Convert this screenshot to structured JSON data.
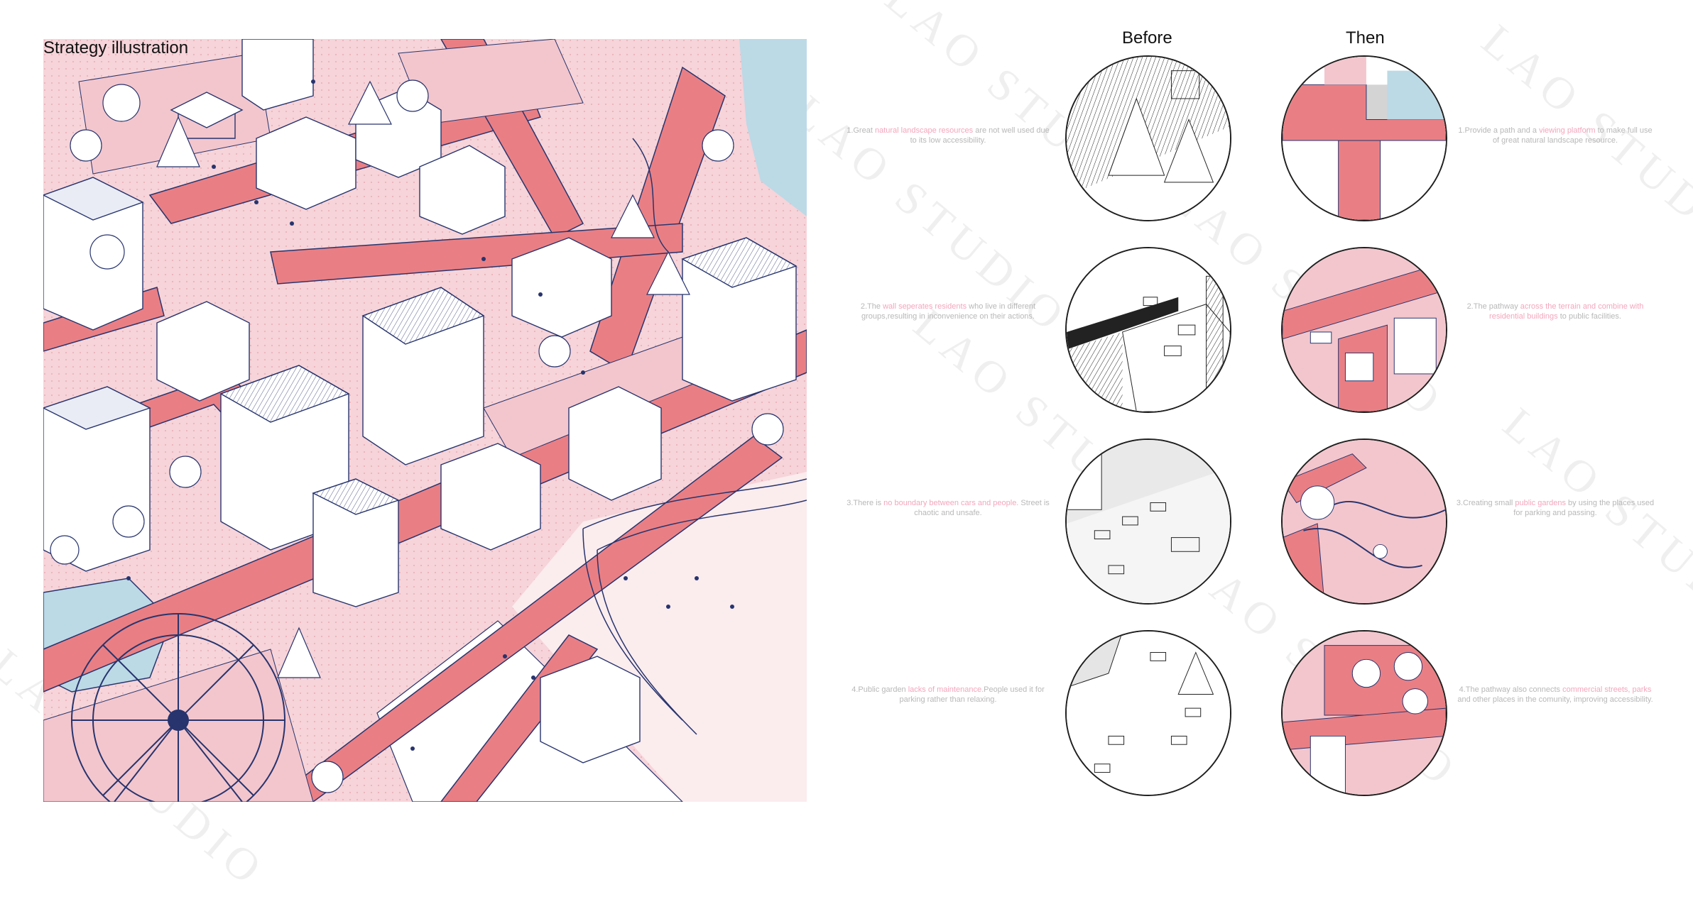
{
  "illustration": {
    "title": "Strategy illustration"
  },
  "columns": {
    "before_label": "Before",
    "then_label": "Then"
  },
  "watermark_text": "LAO STUDIO",
  "colors": {
    "path_red": "#e97f84",
    "plaza_pink": "#f3c6cd",
    "light_pink": "#f8e3e6",
    "line_blue": "#27346e",
    "water_blue": "#bcd9e6",
    "highlight_pink": "#f3a6bd",
    "note_grey": "#b8b8b8"
  },
  "notes_before": [
    {
      "pre": "1.Great ",
      "hl": "natural landscape resources",
      "post": " are not well used due to its low accessibility."
    },
    {
      "pre": "2.The ",
      "hl": "wall seperates residents",
      "post": " who live in different groups,resulting in inconvenience on their actions."
    },
    {
      "pre": "3.There is ",
      "hl": "no boundary between cars and people.",
      "post": " Street is chaotic and unsafe."
    },
    {
      "pre": "4.Public garden ",
      "hl": "lacks of maintenance.",
      "post": "People used it for parking rather than relaxing."
    }
  ],
  "notes_then": [
    {
      "pre": "1.Provide a path and a ",
      "hl": "viewing platform",
      "post": " to make full use of great natural landscape resource."
    },
    {
      "pre": "2.The pathway ",
      "hl": "across the terrain and combine with residential buildings",
      "post": " to public facilities."
    },
    {
      "pre": "3.Creating small ",
      "hl": "public gardens",
      "post": " by using the places used for parking and passing."
    },
    {
      "pre": "4.The pathway also connects ",
      "hl": "commercial streets, parks",
      "post": " and other places in the comunity, improving accessibility."
    }
  ]
}
